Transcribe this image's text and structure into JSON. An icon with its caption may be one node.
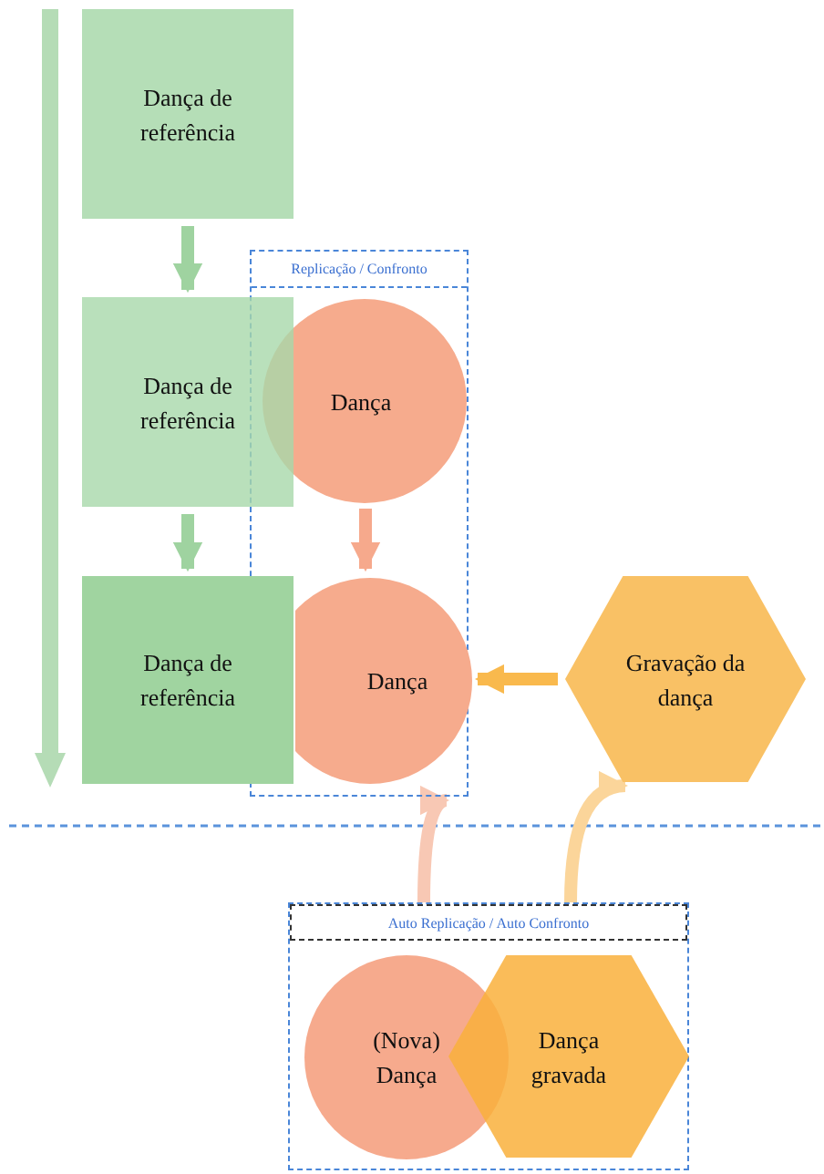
{
  "diagram": {
    "nodes": [
      {
        "text": [
          "Dança de referência"
        ]
      },
      {
        "text": [
          "Replicação / Confronto"
        ]
      },
      {
        "text": [
          "Dança de referência"
        ]
      },
      {
        "text": [
          "Dança"
        ],
        "in": 1
      },
      {
        "text": [
          "Dança de referência"
        ]
      },
      {
        "text": [
          "Dança"
        ],
        "in": 1
      },
      {
        "text": [
          "Gravação da dança"
        ]
      },
      {
        "text": [
          "Auto Replicação / Auto Confronto"
        ]
      },
      {
        "text": [
          "(Nova) Dança"
        ],
        "in": 7
      },
      {
        "text": [
          "Dança gravada"
        ],
        "in": 7
      }
    ],
    "edges": [
      {
        "from": 0,
        "to": 2,
        "arrow": "to"
      },
      {
        "from": 2,
        "to": 4,
        "arrow": "to"
      },
      {
        "from": 3,
        "to": 5,
        "arrow": "to",
        "color": "#f6a98c"
      },
      {
        "from": 6,
        "to": 5,
        "arrow": "to",
        "color": "#f9b94d"
      },
      {
        "from": 7,
        "to": 1,
        "arrow": "to",
        "color": "#f8c8b4"
      },
      {
        "from": 7,
        "to": 6,
        "arrow": "to",
        "color": "#fbd59a"
      }
    ]
  }
}
